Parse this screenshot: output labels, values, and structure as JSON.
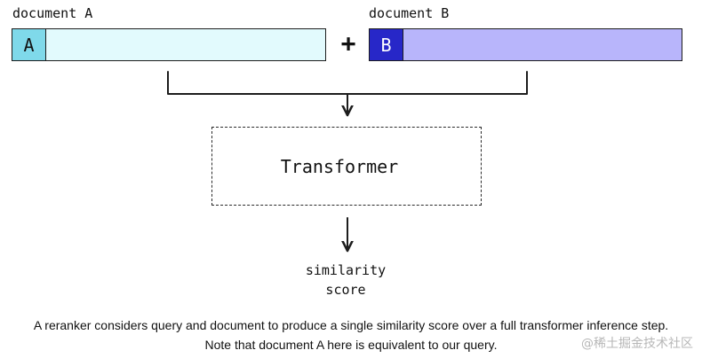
{
  "doc_a": {
    "label": "document A",
    "token": "A",
    "token_color": "#7fd9ea",
    "body_color": "#e2fafd"
  },
  "doc_b": {
    "label": "document B",
    "token": "B",
    "token_color": "#2727c8",
    "body_color": "#b8b5fb"
  },
  "operator": "+",
  "model": {
    "label": "Transformer"
  },
  "output": {
    "line1": "similarity",
    "line2": "score"
  },
  "caption": {
    "line1": "A reranker considers query and document to produce a single similarity score over a full transformer inference step.",
    "line2": "Note that document A here is equivalent to our query."
  },
  "watermark": "@稀土掘金技术社区"
}
